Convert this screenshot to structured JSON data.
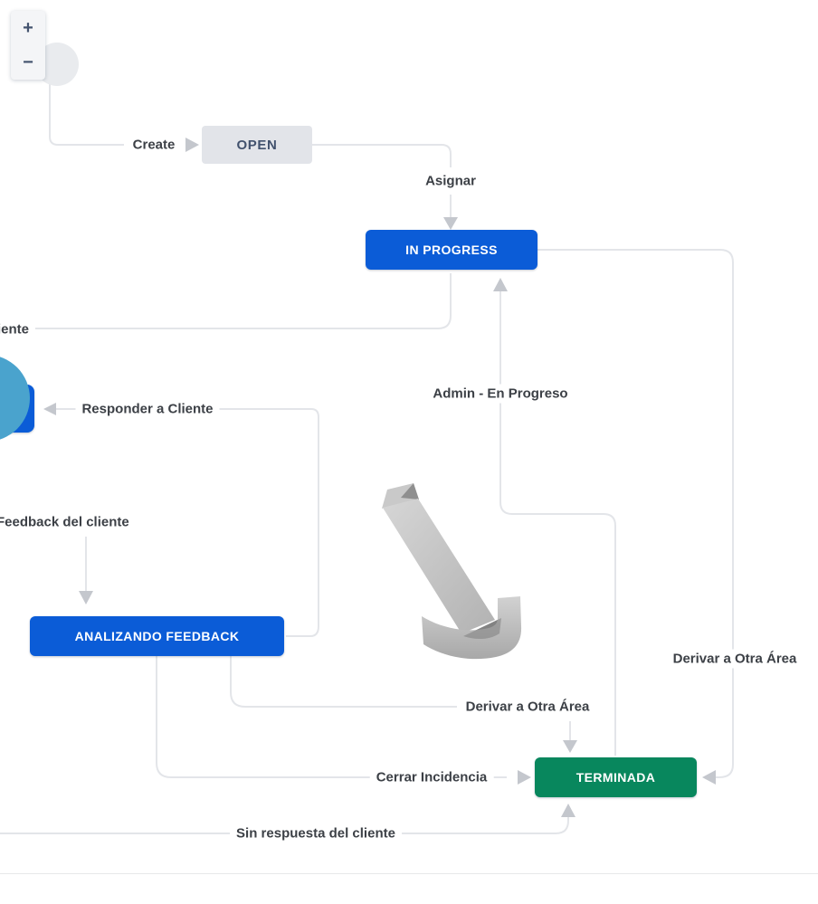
{
  "zoom_controls": {
    "zoom_in": "+",
    "zoom_out": "−"
  },
  "states": {
    "open": "OPEN",
    "in_progress": "IN PROGRESS",
    "analizando_feedback": "ANALIZANDO FEEDBACK",
    "terminada": "TERMINADA"
  },
  "transitions": {
    "create": "Create",
    "asignar": "Asignar",
    "admin_en_progreso": "Admin - En Progreso",
    "responder_a_cliente": "Responder a Cliente",
    "cliente_partial": "iente",
    "feedback_del_cliente": "Feedback del cliente",
    "derivar_a_otra_area_mid": "Derivar a Otra Área",
    "derivar_a_otra_area_right": "Derivar a Otra Área",
    "cerrar_incidencia": "Cerrar Incidencia",
    "sin_respuesta_del_cliente": "Sin respuesta del cliente"
  },
  "colors": {
    "state_blue": "#0b5cd7",
    "state_green": "#08875d",
    "state_open_bg": "#e2e4e9",
    "state_open_text": "#42526e",
    "connector_line": "#e3e5e9",
    "arrowhead": "#c4c7cd",
    "label_text": "#3c4046",
    "highlight_circle_blue": "#4aa3cd",
    "start_node_gray": "#e9ebee"
  }
}
